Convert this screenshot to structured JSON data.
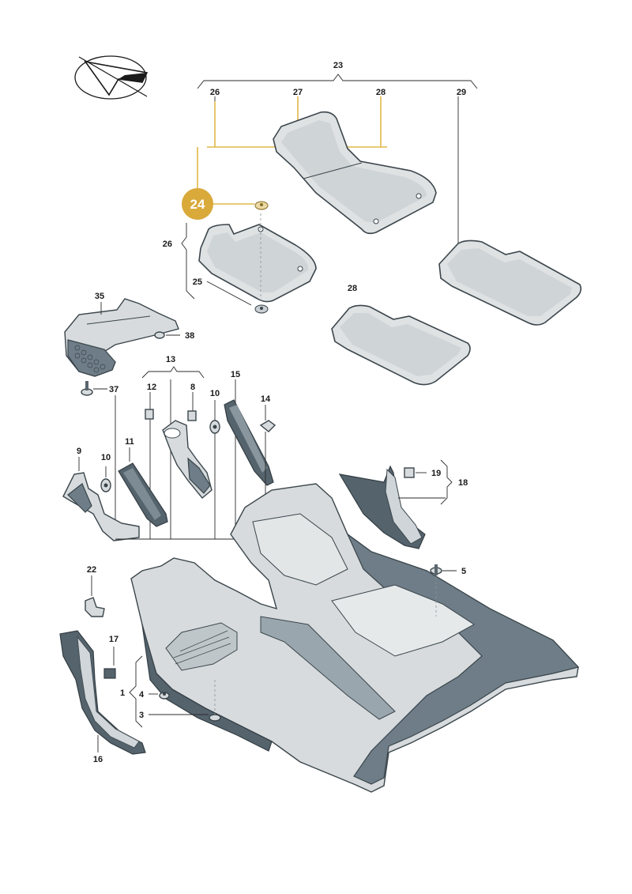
{
  "callout": {
    "number": "24",
    "color": "#d9a93a"
  },
  "labels": {
    "l1": "1",
    "l3": "3",
    "l4": "4",
    "l5": "5",
    "l8": "8",
    "l9": "9",
    "l10a": "10",
    "l10b": "10",
    "l11": "11",
    "l12": "12",
    "l13": "13",
    "l14": "14",
    "l15": "15",
    "l16": "16",
    "l17": "17",
    "l18": "18",
    "l19": "19",
    "l22": "22",
    "l23": "23",
    "l25": "25",
    "l26a": "26",
    "l26b": "26",
    "l27": "27",
    "l28a": "28",
    "l28b": "28",
    "l29": "29",
    "l35": "35",
    "l37": "37",
    "l38": "38"
  },
  "colors": {
    "line": "#2b2b2b",
    "highlight": "#e0b84a",
    "part_fill": "#d7dbdd",
    "part_dark": "#55636d"
  },
  "icons": {
    "compass": "direction-arrow-icon"
  }
}
